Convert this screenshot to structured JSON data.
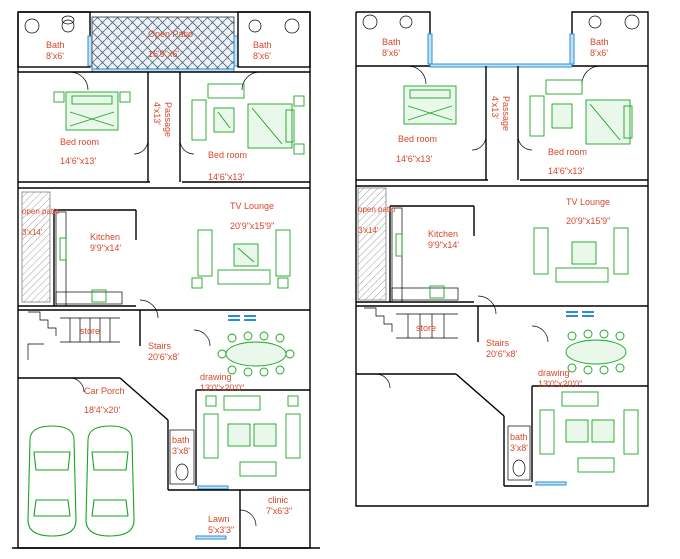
{
  "colors": {
    "wall": "#000000",
    "label": "#d8462a",
    "furniture": "#1aa324",
    "window": "#2a8fd8"
  },
  "ground_plan": {
    "rooms": [
      {
        "name": "Bath",
        "size": "8'x6'"
      },
      {
        "name": "Open Patio",
        "size": "16'9\"x6'"
      },
      {
        "name": "Bath",
        "size": "8'x6'"
      },
      {
        "name": "Bed room",
        "size": "14'6\"x13'"
      },
      {
        "name": "Passage",
        "size": "4'x13'"
      },
      {
        "name": "Bed room",
        "size": "14'6\"x13'"
      },
      {
        "name": "open patio",
        "size": "3'x14'"
      },
      {
        "name": "Kitchen",
        "size": "9'9\"x14'"
      },
      {
        "name": "TV Lounge",
        "size": "20'9\"x15'9\""
      },
      {
        "name": "store",
        "size": ""
      },
      {
        "name": "Stairs",
        "size": "20'6\"x8'"
      },
      {
        "name": "Car Porch",
        "size": "18'4\"x20'"
      },
      {
        "name": "drawing",
        "size": "13'0\"x20'0\""
      },
      {
        "name": "bath",
        "size": "3'x8'"
      },
      {
        "name": "clinic",
        "size": "7'x6'3\""
      },
      {
        "name": "Lawn",
        "size": "5'x3'3\""
      }
    ]
  },
  "first_plan": {
    "rooms": [
      {
        "name": "Bath",
        "size": "8'x6'"
      },
      {
        "name": "Bath",
        "size": "8'x6'"
      },
      {
        "name": "Bed room",
        "size": "14'6\"x13'"
      },
      {
        "name": "Passage",
        "size": "4'x13'"
      },
      {
        "name": "Bed room",
        "size": "14'6\"x13'"
      },
      {
        "name": "open patio",
        "size": "3'x14'"
      },
      {
        "name": "Kitchen",
        "size": "9'9\"x14'"
      },
      {
        "name": "TV Lounge",
        "size": "20'9\"x15'9\""
      },
      {
        "name": "store",
        "size": ""
      },
      {
        "name": "Stairs",
        "size": "20'6\"x8'"
      },
      {
        "name": "drawing",
        "size": "13'0\"x20'0\""
      },
      {
        "name": "bath",
        "size": "3'x8'"
      }
    ]
  }
}
